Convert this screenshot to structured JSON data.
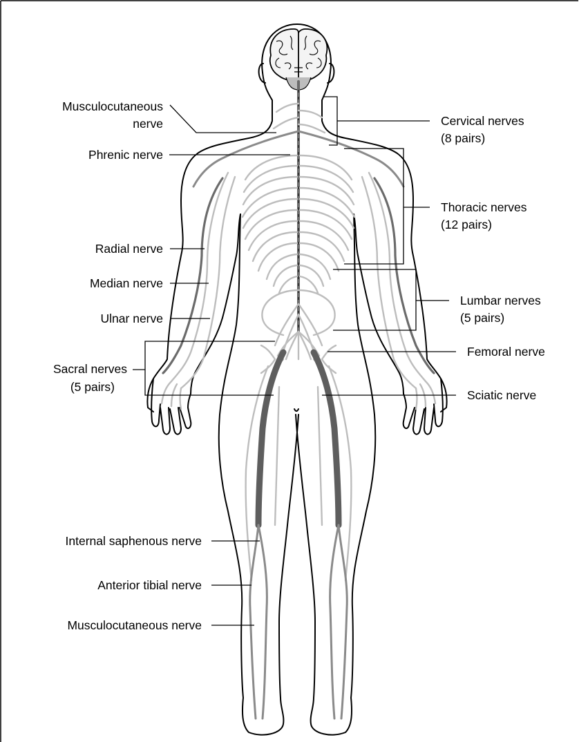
{
  "labels_left": {
    "musculocutaneous_arm_line1": "Musculocutaneous",
    "musculocutaneous_arm_line2": "nerve",
    "phrenic": "Phrenic nerve",
    "radial": "Radial nerve",
    "median": "Median nerve",
    "ulnar": "Ulnar nerve",
    "sacral_line1": "Sacral nerves",
    "sacral_line2": "(5 pairs)",
    "internal_saphenous": "Internal saphenous nerve",
    "anterior_tibial": "Anterior tibial nerve",
    "musculocutaneous_leg": "Musculocutaneous nerve"
  },
  "labels_right": {
    "cervical_line1": "Cervical nerves",
    "cervical_line2": "(8 pairs)",
    "thoracic_line1": "Thoracic nerves",
    "thoracic_line2": "(12 pairs)",
    "lumbar_line1": "Lumbar nerves",
    "lumbar_line2": "(5 pairs)",
    "femoral": "Femoral nerve",
    "sciatic": "Sciatic nerve"
  },
  "colors": {
    "outline": "#000000",
    "nerve_light": "#bdbdbd",
    "nerve_dark": "#6b6b6b"
  }
}
